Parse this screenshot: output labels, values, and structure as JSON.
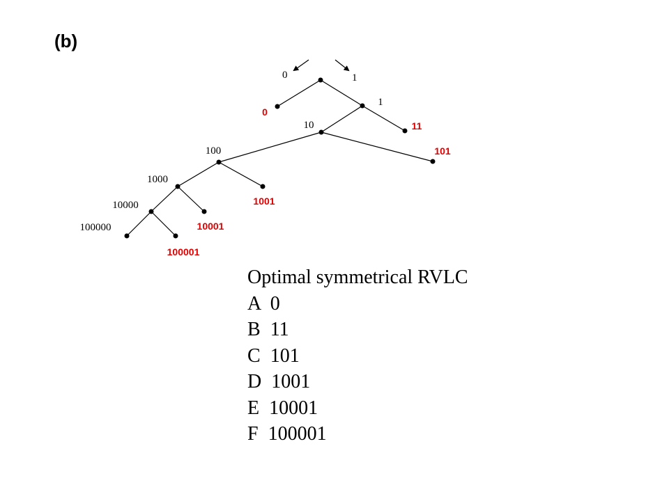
{
  "slide_label": "(b)",
  "colors": {
    "codeword": "#e00000",
    "tree": "#000000"
  },
  "tree": {
    "branch_labels": {
      "left": "0",
      "right": "1"
    },
    "nodes": {
      "root": {
        "label": ""
      },
      "n0": {
        "label": "0",
        "codeword": true
      },
      "n1": {
        "label": "1",
        "codeword": false
      },
      "n10": {
        "label": "10",
        "codeword": false
      },
      "n11": {
        "label": "11",
        "codeword": true
      },
      "n100": {
        "label": "100",
        "codeword": false
      },
      "n101": {
        "label": "101",
        "codeword": true
      },
      "n1000": {
        "label": "1000",
        "codeword": false
      },
      "n1001": {
        "label": "1001",
        "codeword": true
      },
      "n10000": {
        "label": "10000",
        "codeword": false
      },
      "n10001": {
        "label": "10001",
        "codeword": true
      },
      "n100000": {
        "label": "100000",
        "codeword": false
      },
      "n100001": {
        "label": "100001",
        "codeword": true
      }
    },
    "edges": [
      [
        "root",
        "n0"
      ],
      [
        "root",
        "n1"
      ],
      [
        "n1",
        "n10"
      ],
      [
        "n1",
        "n11"
      ],
      [
        "n10",
        "n100"
      ],
      [
        "n10",
        "n101"
      ],
      [
        "n100",
        "n1000"
      ],
      [
        "n100",
        "n1001"
      ],
      [
        "n1000",
        "n10000"
      ],
      [
        "n1000",
        "n10001"
      ],
      [
        "n10000",
        "n100000"
      ],
      [
        "n10000",
        "n100001"
      ]
    ]
  },
  "code_table": {
    "title": "Optimal symmetrical RVLC",
    "entries": [
      {
        "symbol": "A",
        "code": "0",
        "sep": "  "
      },
      {
        "symbol": "B",
        "code": "11",
        "sep": "  "
      },
      {
        "symbol": "C",
        "code": "101",
        "sep": "  "
      },
      {
        "symbol": "D",
        "code": "1001",
        "sep": "  "
      },
      {
        "symbol": "E",
        "code": "10001",
        "sep": "  "
      },
      {
        "symbol": "F",
        "code": "100001",
        "sep": "  "
      }
    ]
  }
}
